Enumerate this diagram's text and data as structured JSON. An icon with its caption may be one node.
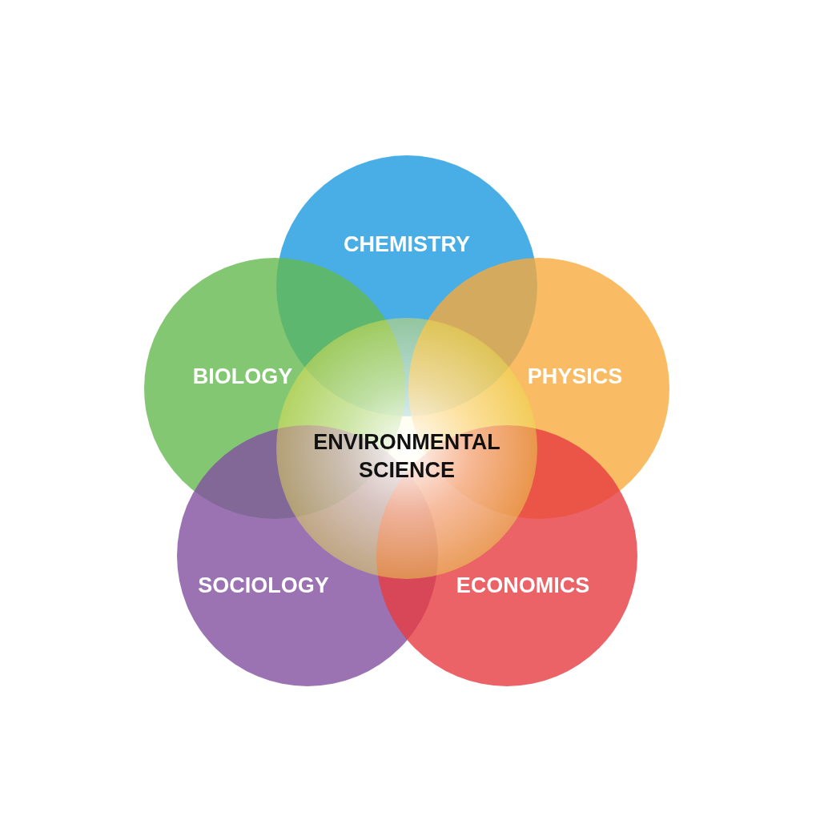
{
  "diagram": {
    "nodes": [
      {
        "text": [
          "CHEMISTRY"
        ]
      },
      {
        "text": [
          "BIOLOGY"
        ]
      },
      {
        "text": [
          "PHYSICS"
        ]
      },
      {
        "text": [
          "ENVIRONMENTAL SCIENCE"
        ]
      },
      {
        "text": [
          "SOCIOLOGY"
        ]
      },
      {
        "text": [
          "ECONOMICS"
        ]
      }
    ],
    "edges": []
  }
}
